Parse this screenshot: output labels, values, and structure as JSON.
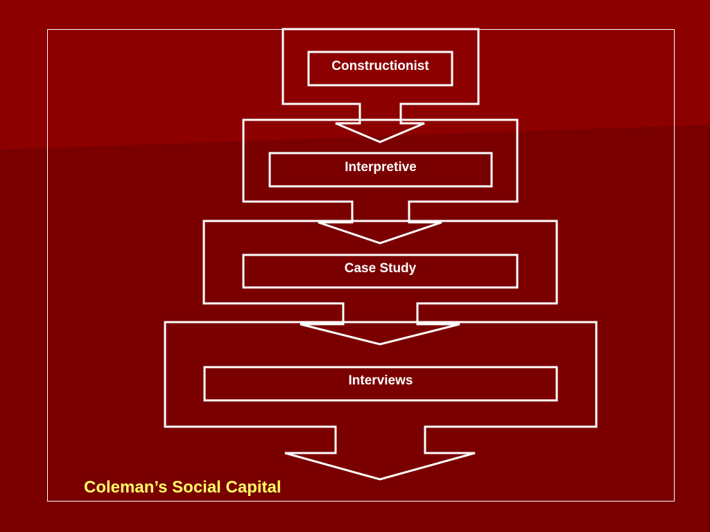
{
  "colors": {
    "background": "#7a0000",
    "band": "#8f0000",
    "stroke": "#ffffff",
    "label_text": "#ffffff",
    "caption_text": "#ffff66"
  },
  "diagram": {
    "stages": [
      {
        "label": "Constructionist"
      },
      {
        "label": "Interpretive"
      },
      {
        "label": "Case Study"
      },
      {
        "label": "Interviews"
      }
    ],
    "caption": "Coleman’s Social Capital"
  }
}
